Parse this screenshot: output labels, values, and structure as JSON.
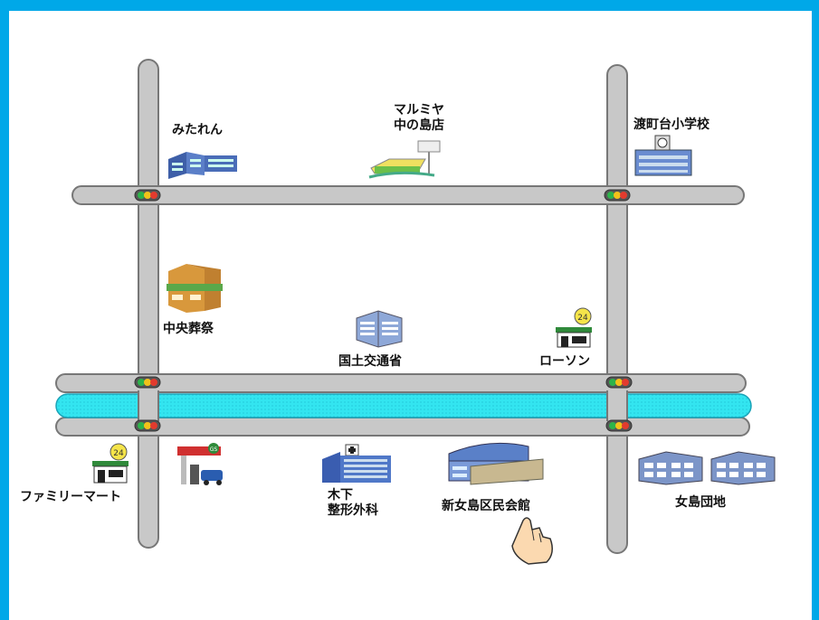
{
  "colors": {
    "frame": "#00a8e8",
    "road": "#c8c8c8",
    "road_edge": "#777777",
    "river": "#33e5f0"
  },
  "labels": {
    "mitaren": "みたれん",
    "marumiya_1": "マルミヤ",
    "marumiya_2": "中の島店",
    "school": "渡町台小学校",
    "chuo": "中央葬祭",
    "mlit": "国土交通省",
    "lawson": "ローソン",
    "family": "ファミリーマート",
    "kinoshita_1": "木下",
    "kinoshita_2": "整形外科",
    "kominkan": "新女島区民会館",
    "danchi": "女島団地"
  },
  "signs": {
    "conv_24": "24",
    "gas": "GS"
  },
  "icons": [
    "office-building-icon",
    "supermarket-icon",
    "school-icon",
    "funeral-hall-icon",
    "government-building-icon",
    "convenience-store-icon",
    "gas-station-icon",
    "hospital-icon",
    "community-hall-icon",
    "apartment-icon",
    "traffic-light-icon",
    "pointing-hand-icon"
  ]
}
